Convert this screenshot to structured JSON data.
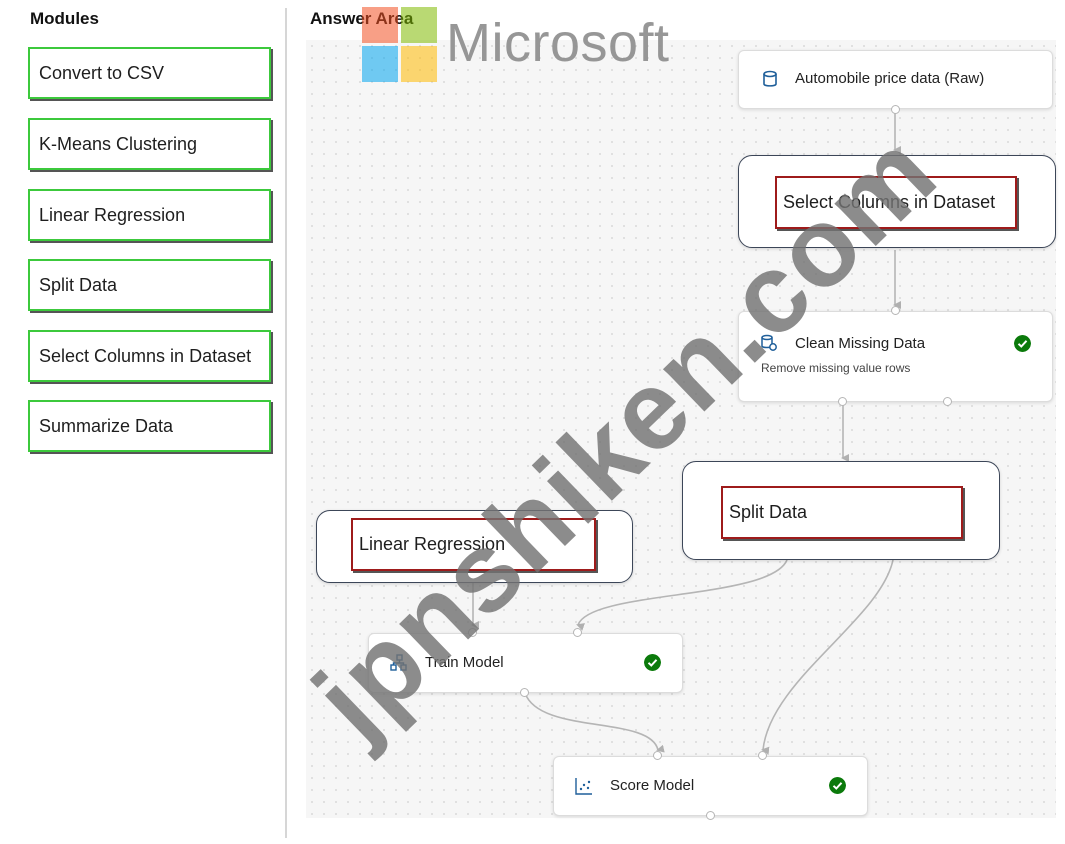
{
  "modules_panel": {
    "title": "Modules",
    "items": [
      {
        "label": "Convert to CSV"
      },
      {
        "label": "K-Means Clustering"
      },
      {
        "label": "Linear Regression"
      },
      {
        "label": "Split Data"
      },
      {
        "label": "Select Columns in Dataset"
      },
      {
        "label": "Summarize Data"
      }
    ]
  },
  "answer_area": {
    "title": "Answer Area",
    "nodes": {
      "raw_data": {
        "label": "Automobile price data (Raw)",
        "icon": "database-icon"
      },
      "clean_missing": {
        "label": "Clean Missing Data",
        "subtitle": "Remove missing value rows",
        "icon": "clean-data-icon",
        "status": "completed"
      },
      "train_model": {
        "label": "Train Model",
        "icon": "train-model-icon",
        "status": "completed"
      },
      "score_model": {
        "label": "Score Model",
        "icon": "score-model-icon",
        "status": "completed"
      }
    },
    "drop_slots": {
      "slot1": {
        "label": "Select Columns in Dataset"
      },
      "slot2": {
        "label": "Split Data"
      },
      "slot3": {
        "label": "Linear Regression"
      }
    }
  },
  "overlay": {
    "logo_text": "Microsoft",
    "watermark": "jpnshiken.com"
  },
  "colors": {
    "module_border": "#3cc93c",
    "slot_border": "#9e1b1b",
    "status_ok": "#0b7a0b",
    "link": "#b5b5b5"
  }
}
